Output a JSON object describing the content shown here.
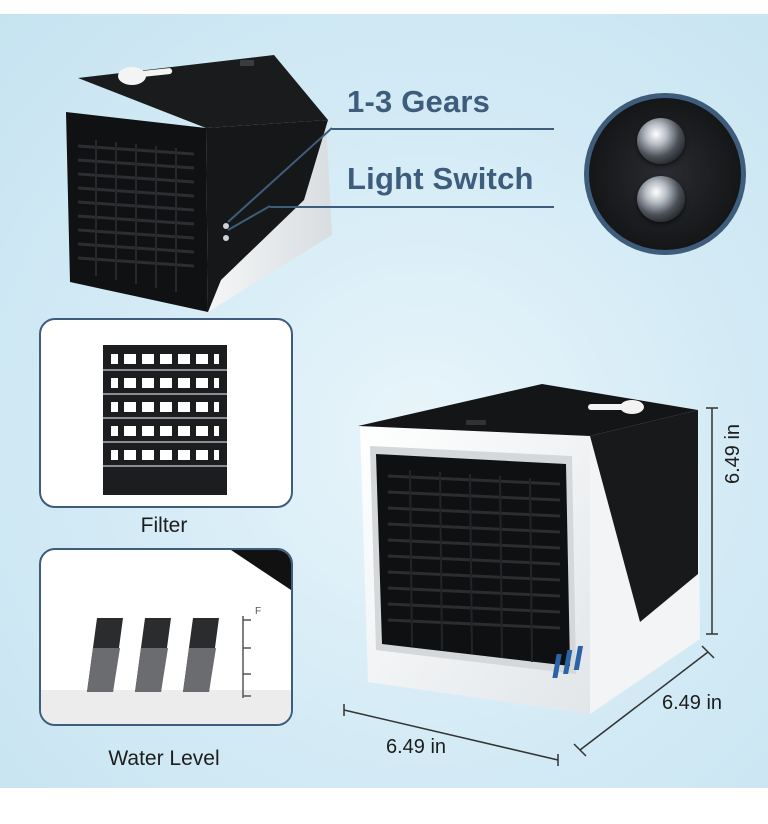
{
  "callouts": {
    "gears": "1-3 Gears",
    "light_switch": "Light Switch"
  },
  "panels": {
    "filter_label": "Filter",
    "water_level_label": "Water Level",
    "water_gauge_mark": "F"
  },
  "dimensions": {
    "height": "6.49 in",
    "depth": "6.49 in",
    "width": "6.49 in"
  },
  "colors": {
    "accent": "#3e5c7b",
    "background": "#d6ecf6",
    "device_body": "#121315",
    "device_shell": "#ffffff"
  }
}
